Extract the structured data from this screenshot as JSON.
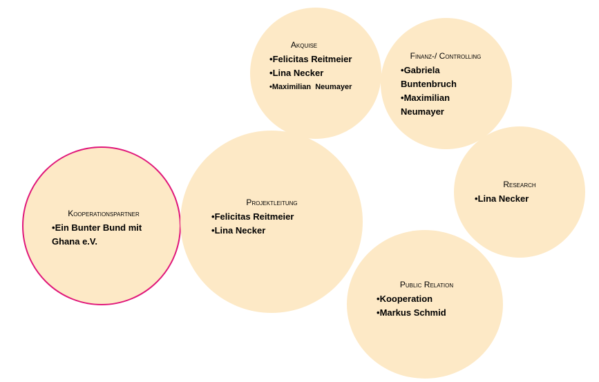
{
  "nodes": {
    "akquise": {
      "title": "Akquise",
      "items": [
        "Felicitas Reitmeier",
        "Lina Necker",
        "Maximilian  Neumayer"
      ]
    },
    "finanz": {
      "title": "Finanz-/ Controlling",
      "items": [
        "Gabriela Buntenbruch",
        "Maximilian Neumayer"
      ]
    },
    "research": {
      "title": "Research",
      "items": [
        "Lina Necker"
      ]
    },
    "kooperationspartner": {
      "title": "Kooperationspartner",
      "items": [
        "Ein Bunter Bund mit Ghana e.V."
      ]
    },
    "projektleitung": {
      "title": "Projektleitung",
      "items": [
        "Felicitas Reitmeier",
        "Lina Necker"
      ]
    },
    "public_relation": {
      "title": "Public Relation",
      "items": [
        "Kooperation",
        "Markus Schmid"
      ]
    }
  },
  "colors": {
    "circle_fill": "#fde9c6",
    "highlight_border": "#e0177a"
  },
  "bullet_symbol": "•"
}
